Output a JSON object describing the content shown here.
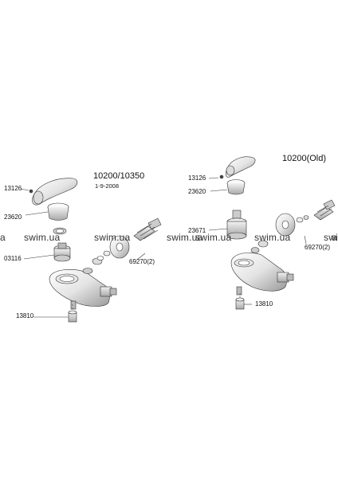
{
  "left_diagram": {
    "title": "10200/10350",
    "date": "1-9-2008",
    "parts": {
      "p13126": "13126",
      "p23620": "23620",
      "p03116": "03116",
      "p69270": "69270(2)",
      "p13810": "13810"
    }
  },
  "right_diagram": {
    "title": "10200(Old)",
    "parts": {
      "p13126": "13126",
      "p23620": "23620",
      "p23671": "23671",
      "p69270": "69270(2)",
      "p13810": "13810"
    }
  },
  "watermarks": [
    "a",
    "swim.ua",
    "swim.ua",
    "swim.ua",
    "swim.ua",
    "swim.ua",
    "swim.ua",
    "a"
  ]
}
